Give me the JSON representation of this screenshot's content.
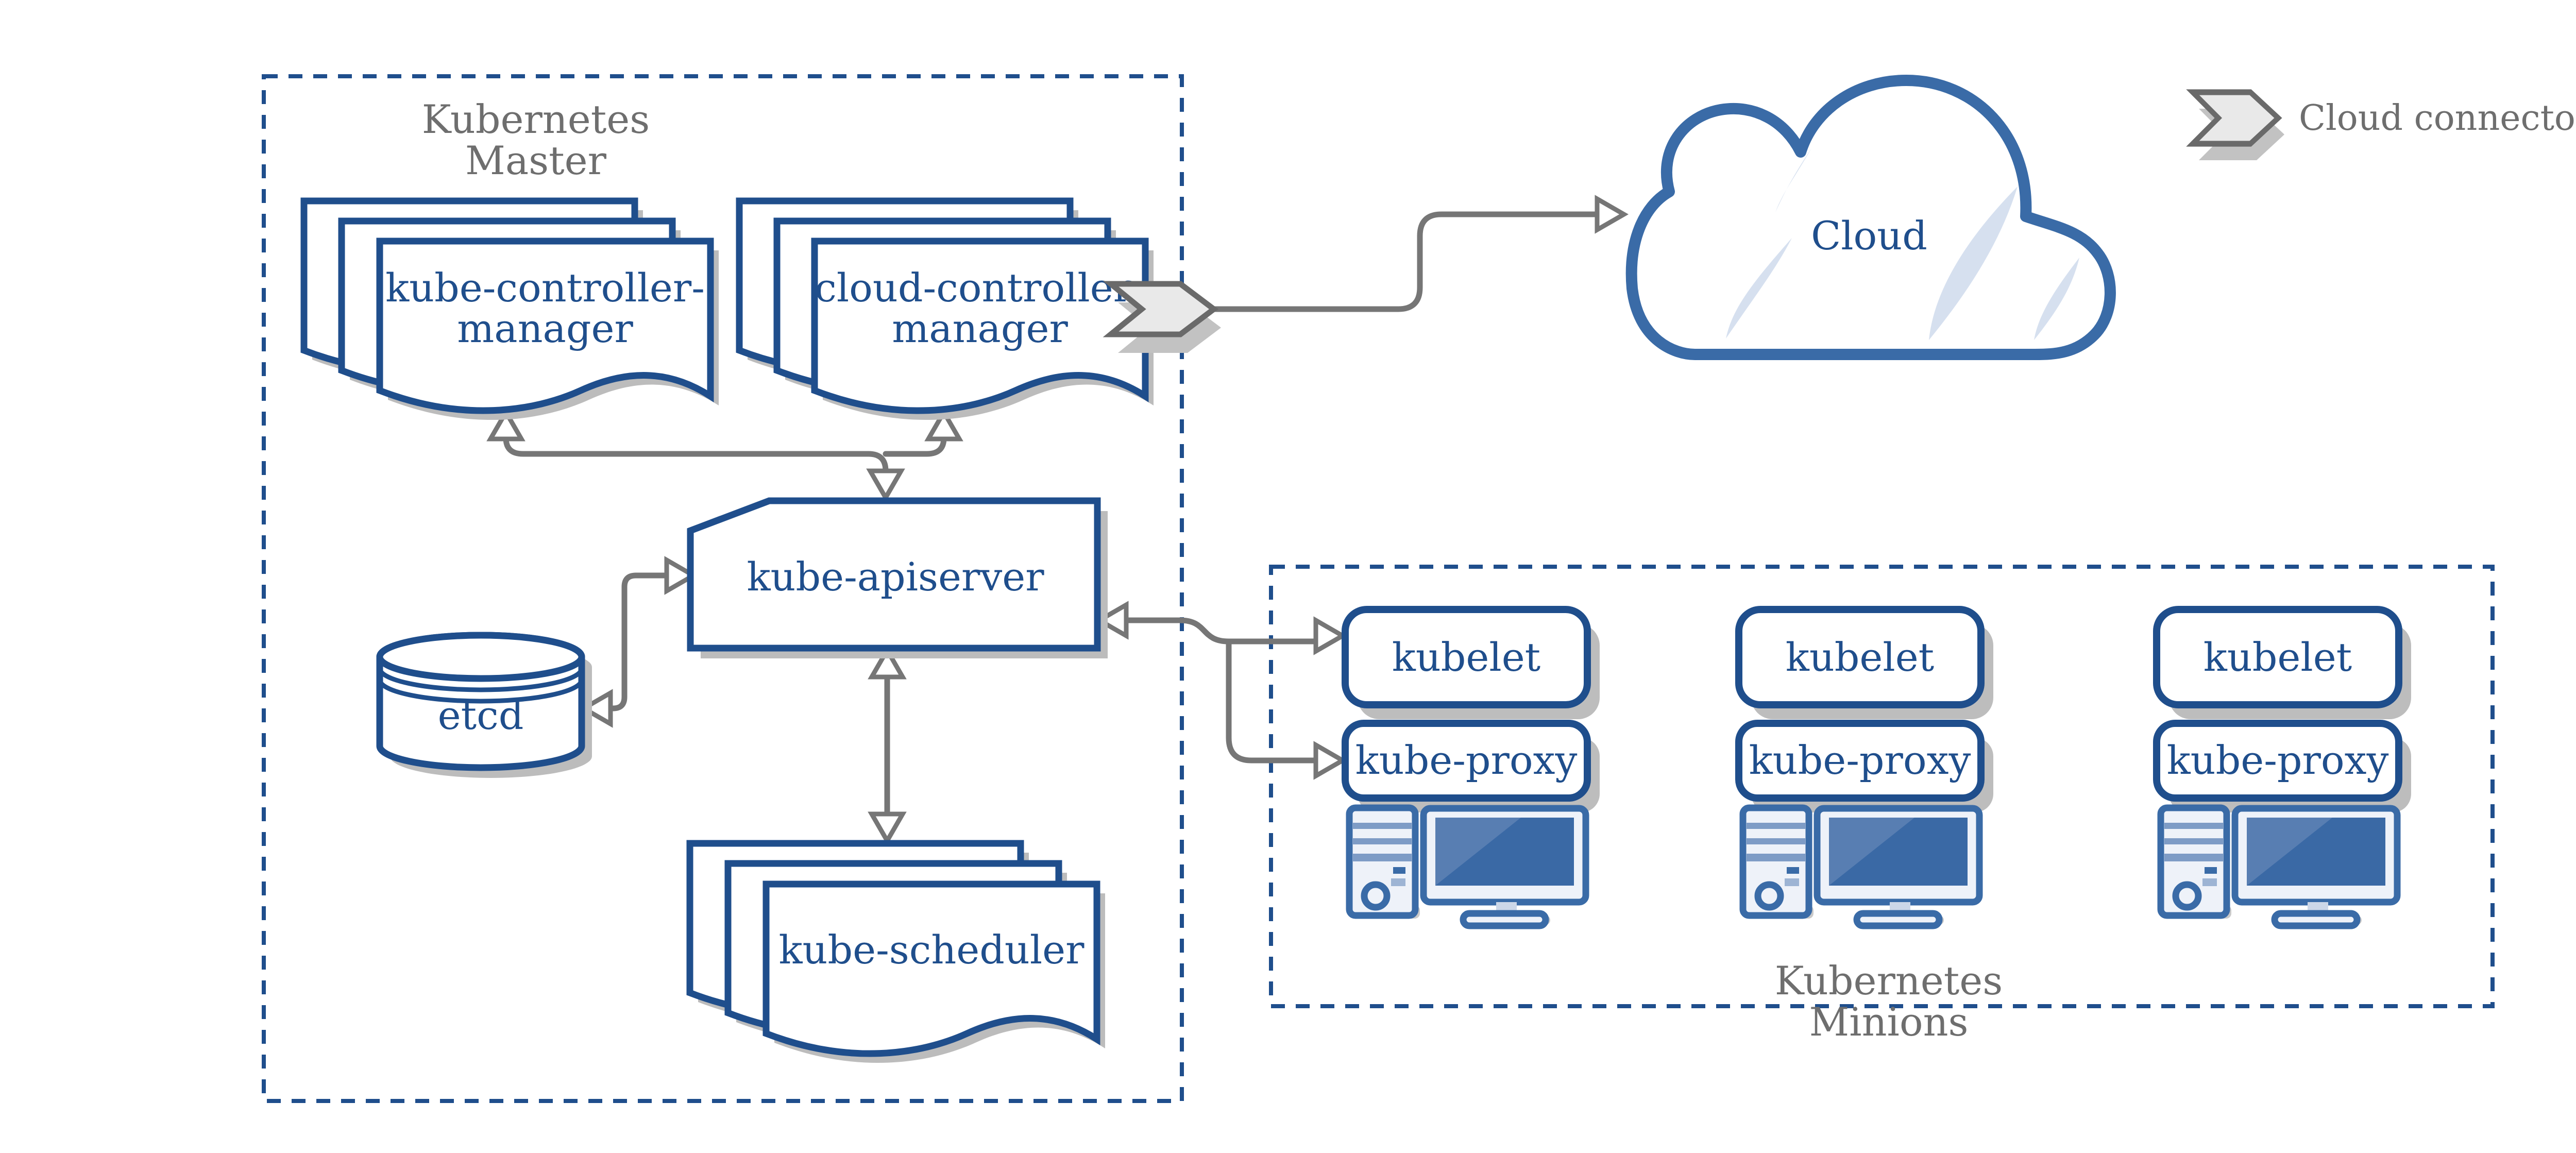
{
  "master": {
    "title_line1": "Kubernetes",
    "title_line2": "Master"
  },
  "minions": {
    "title_line1": "Kubernetes",
    "title_line2": "Minions"
  },
  "components": {
    "kube_controller_manager_line1": "kube-controller-",
    "kube_controller_manager_line2": "manager",
    "cloud_controller_manager_line1": "cloud-controller-",
    "cloud_controller_manager_line2": "manager",
    "kube_apiserver": "kube-apiserver",
    "etcd": "etcd",
    "kube_scheduler": "kube-scheduler",
    "cloud": "Cloud"
  },
  "nodes": [
    {
      "kubelet": "kubelet",
      "kube_proxy": "kube-proxy"
    },
    {
      "kubelet": "kubelet",
      "kube_proxy": "kube-proxy"
    },
    {
      "kubelet": "kubelet",
      "kube_proxy": "kube-proxy"
    }
  ],
  "legend": {
    "cloud_connector": "Cloud connector"
  },
  "colors": {
    "primary_blue": "#1f4e8c",
    "cloud_blue": "#3a6ba7",
    "screen_blue": "#3a69a5",
    "light_fill": "#eef2f9",
    "crescent_blue": "#d6e0ef",
    "connector_gray": "#767676",
    "label_gray": "#6e6e6e",
    "chevron_fill": "#e9e9e9",
    "shadow_gray": "#bcbcbc"
  }
}
